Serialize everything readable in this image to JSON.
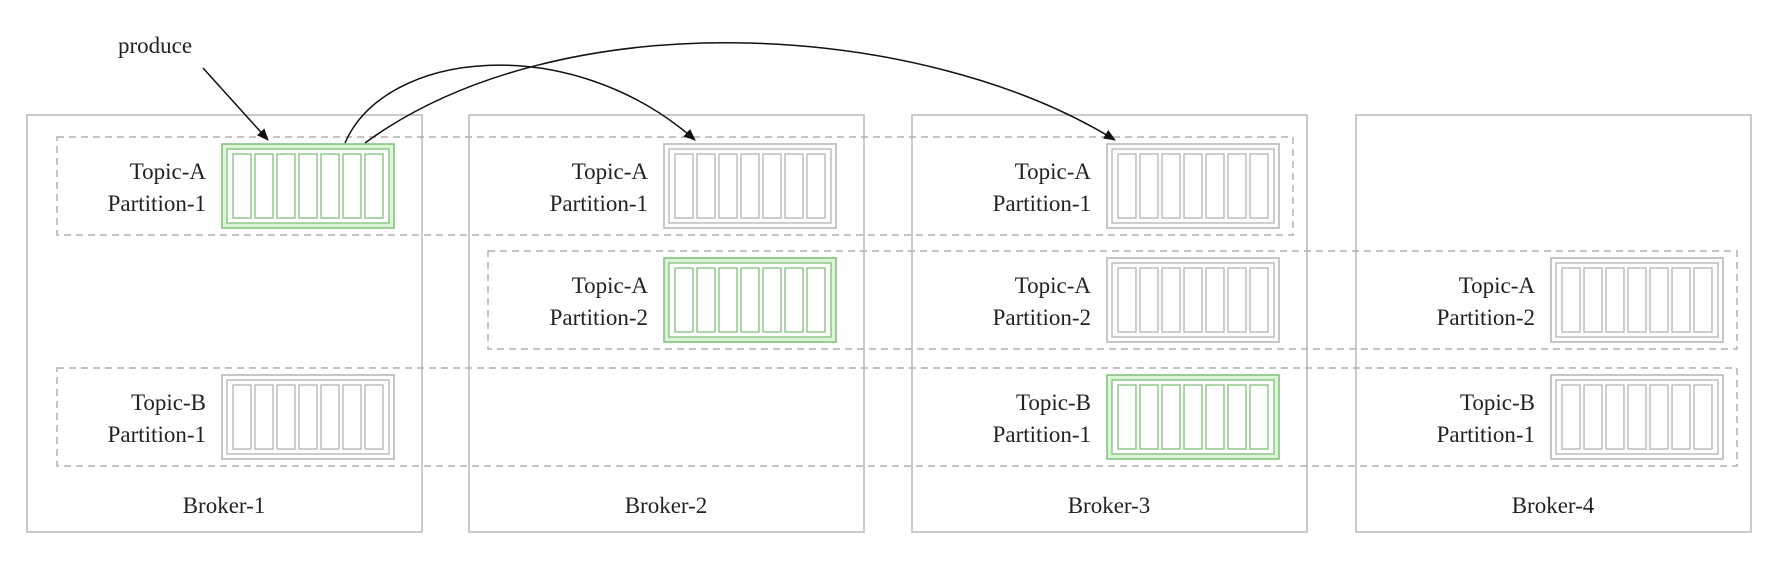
{
  "produce_label": "produce",
  "colors": {
    "leader_fill": "#dcf5d6",
    "leader_stroke": "#7fbf78",
    "replica_stroke": "#b4b4b4"
  },
  "brokers": [
    {
      "label": "Broker-1"
    },
    {
      "label": "Broker-2"
    },
    {
      "label": "Broker-3"
    },
    {
      "label": "Broker-4"
    }
  ],
  "partitions": [
    {
      "topic": "Topic-A",
      "partition": "Partition-1",
      "broker": "Broker-1",
      "role": "leader"
    },
    {
      "topic": "Topic-A",
      "partition": "Partition-1",
      "broker": "Broker-2",
      "role": "follower"
    },
    {
      "topic": "Topic-A",
      "partition": "Partition-1",
      "broker": "Broker-3",
      "role": "follower"
    },
    {
      "topic": "Topic-A",
      "partition": "Partition-2",
      "broker": "Broker-2",
      "role": "leader"
    },
    {
      "topic": "Topic-A",
      "partition": "Partition-2",
      "broker": "Broker-3",
      "role": "follower"
    },
    {
      "topic": "Topic-A",
      "partition": "Partition-2",
      "broker": "Broker-4",
      "role": "follower"
    },
    {
      "topic": "Topic-B",
      "partition": "Partition-1",
      "broker": "Broker-1",
      "role": "follower"
    },
    {
      "topic": "Topic-B",
      "partition": "Partition-1",
      "broker": "Broker-3",
      "role": "leader"
    },
    {
      "topic": "Topic-B",
      "partition": "Partition-1",
      "broker": "Broker-4",
      "role": "follower"
    }
  ]
}
